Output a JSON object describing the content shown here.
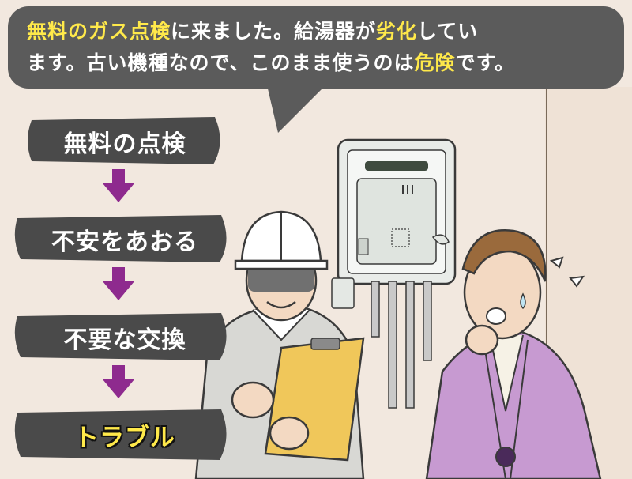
{
  "speech_bubble": {
    "line1": [
      {
        "text": "無料のガス点検",
        "highlight": true
      },
      {
        "text": "に来ました。給湯器が",
        "highlight": false
      },
      {
        "text": "劣化",
        "highlight": true
      },
      {
        "text": "してい",
        "highlight": false
      }
    ],
    "line2": [
      {
        "text": "ます。古い機種なので、このまま使うのは",
        "highlight": false
      },
      {
        "text": "危険",
        "highlight": true
      },
      {
        "text": "です。",
        "highlight": false
      }
    ]
  },
  "flow_steps": [
    {
      "label": "無料の点検"
    },
    {
      "label": "不安をあおる"
    },
    {
      "label": "不要な交換"
    },
    {
      "label": "トラブル"
    }
  ],
  "colors": {
    "bubble": "#5b5b5b",
    "highlight": "#ffe94a",
    "arrow": "#8e2a8e",
    "step_bg": "#4a4a4a",
    "wall": "#f2e8df",
    "kimono": "#c79ad1",
    "clipboard": "#f0c75a",
    "helmet": "#ffffff"
  }
}
